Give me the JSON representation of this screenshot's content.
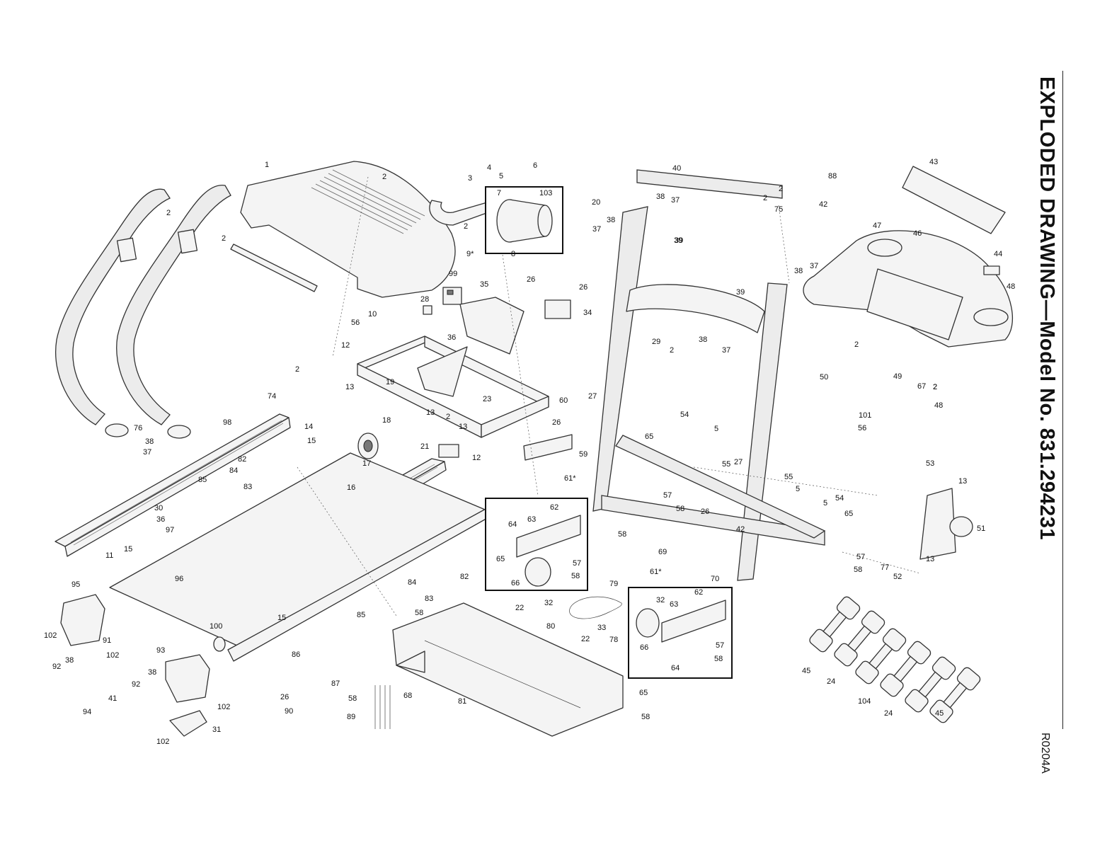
{
  "title": "EXPLODED DRAWING—Model No. 831.294231",
  "drawing_code": "R0204A",
  "callouts": [
    "1",
    "2",
    "2",
    "2",
    "2",
    "2",
    "2",
    "2",
    "2",
    "2",
    "2",
    "2",
    "3",
    "4",
    "5",
    "6",
    "7",
    "103",
    "20",
    "8",
    "9*",
    "99",
    "26",
    "26",
    "35",
    "34",
    "28",
    "36",
    "56",
    "10",
    "12",
    "13",
    "13",
    "19",
    "18",
    "23",
    "60",
    "26",
    "59",
    "12",
    "13",
    "21",
    "17",
    "14",
    "15",
    "16",
    "98",
    "76",
    "38",
    "37",
    "74",
    "82",
    "84",
    "83",
    "85",
    "30",
    "36",
    "97",
    "11",
    "15",
    "96",
    "95",
    "102",
    "91",
    "102",
    "92",
    "38",
    "100",
    "15",
    "86",
    "93",
    "38",
    "92",
    "94",
    "41",
    "102",
    "31",
    "102",
    "26",
    "90",
    "87",
    "58",
    "89",
    "68",
    "81",
    "58",
    "85",
    "84",
    "83",
    "82",
    "58",
    "22",
    "40",
    "38",
    "37",
    "39",
    "38",
    "37",
    "39",
    "75",
    "88",
    "42",
    "38",
    "37",
    "39",
    "29",
    "27",
    "38",
    "37",
    "54",
    "65",
    "5",
    "55",
    "27",
    "57",
    "58",
    "26",
    "42",
    "69",
    "70",
    "58",
    "55",
    "5",
    "5",
    "54",
    "65",
    "57",
    "58",
    "79",
    "80",
    "33",
    "22",
    "78",
    "61*",
    "64",
    "62",
    "63",
    "65",
    "66",
    "57",
    "58",
    "32",
    "61*",
    "32",
    "63",
    "62",
    "66",
    "57",
    "58",
    "65",
    "64",
    "43",
    "47",
    "46",
    "44",
    "48",
    "49",
    "67",
    "2",
    "48",
    "101",
    "56",
    "50",
    "53",
    "13",
    "51",
    "77",
    "52",
    "13",
    "45",
    "24",
    "104",
    "24",
    "45"
  ]
}
